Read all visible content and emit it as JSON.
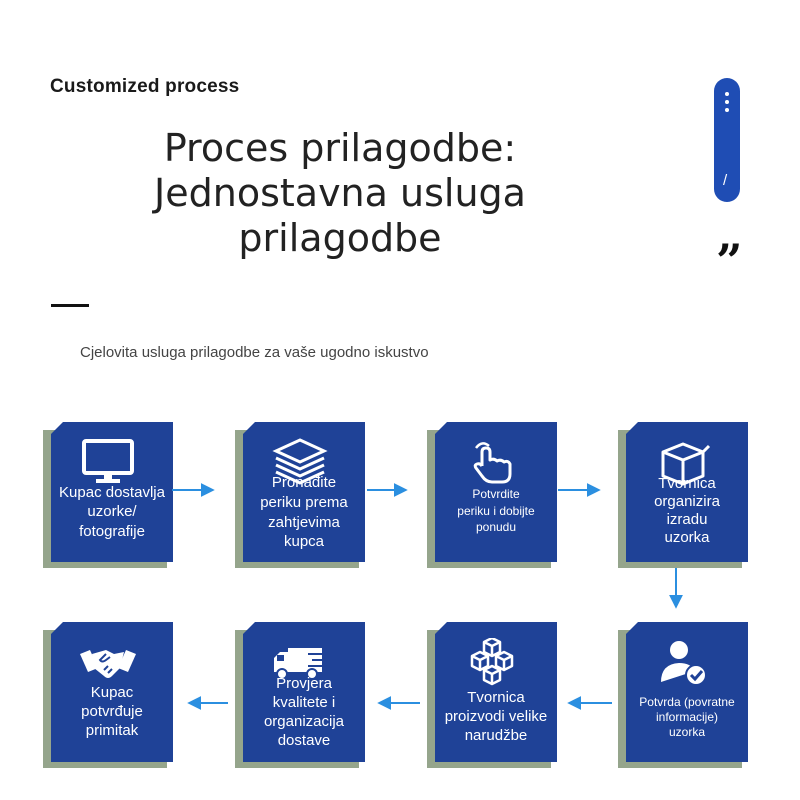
{
  "header": {
    "eyebrow": "Customized process",
    "headline_lines": [
      "Proces prilagodbe:",
      "Jednostavna usluga",
      "prilagodbe"
    ],
    "subtitle": "Cjelovita usluga prilagodbe za vaše ugodno iskustvo"
  },
  "side_widget": {
    "slash": "/"
  },
  "quote_mark": "”",
  "colors": {
    "card": "#1f4297",
    "card_shadow": "#95a58c",
    "arrow": "#2b8fe0",
    "pill": "#1f4db4"
  },
  "steps": [
    {
      "icon": "monitor-icon",
      "label": [
        "Kupac dostavlja",
        "uzorke/",
        "fotografije"
      ]
    },
    {
      "icon": "layers-icon",
      "label": [
        "Pronađite",
        "periku prema",
        "zahtjevima",
        "kupca"
      ]
    },
    {
      "icon": "pointing-hand-icon",
      "label": [
        "Potvrdite",
        "periku i dobijte",
        "ponudu"
      ]
    },
    {
      "icon": "box-icon",
      "label": [
        "Tvornica",
        "organizira",
        "izradu",
        "uzorka"
      ]
    },
    {
      "icon": "user-check-icon",
      "label": [
        "Potvrda (povratne",
        "informacije)",
        "uzorka"
      ]
    },
    {
      "icon": "boxes-icon",
      "label": [
        "Tvornica",
        "proizvodi velike",
        "narudžbe"
      ]
    },
    {
      "icon": "truck-icon",
      "label": [
        "Provjera",
        "kvalitete i",
        "organizacija",
        "dostave"
      ]
    },
    {
      "icon": "handshake-icon",
      "label": [
        "Kupac",
        "potvrđuje",
        "primitak"
      ]
    }
  ]
}
